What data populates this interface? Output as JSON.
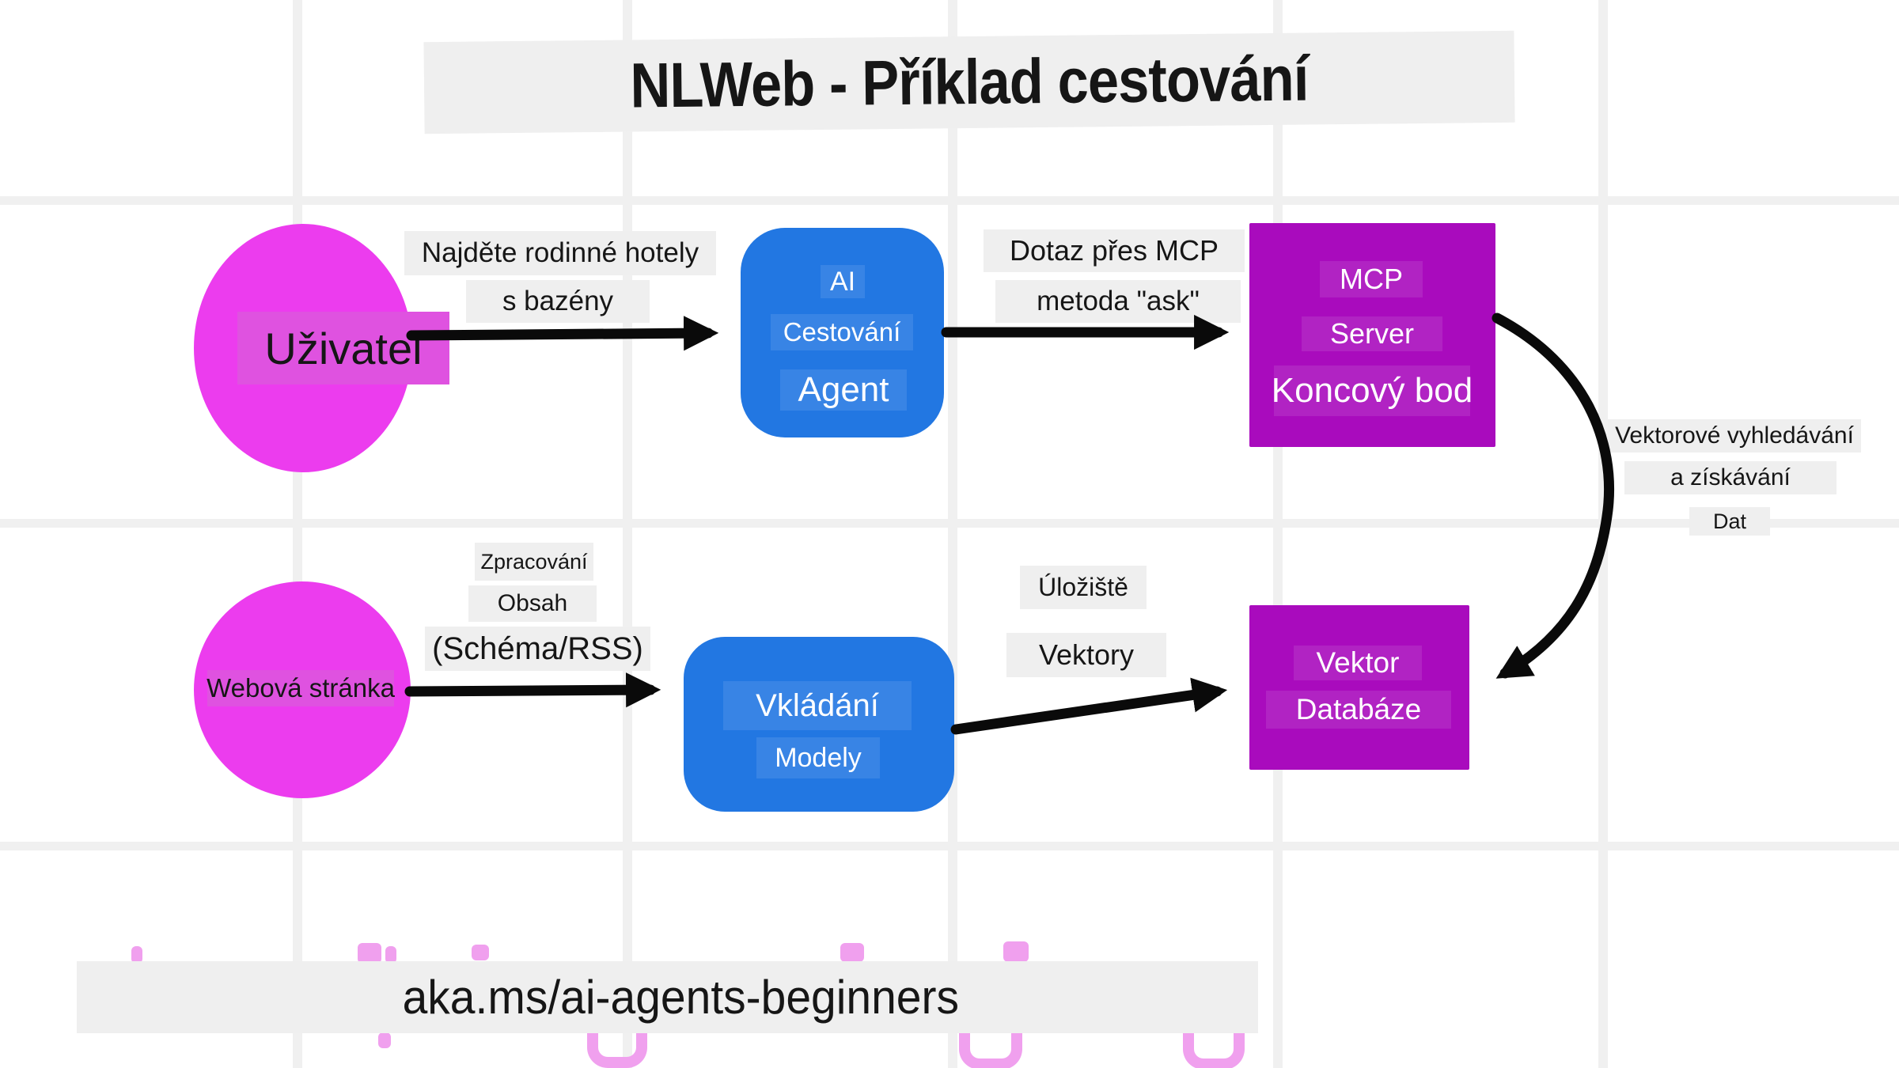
{
  "title": {
    "text": "NLWeb - Příklad cestování"
  },
  "nodes": {
    "user": {
      "label": "Uživatel"
    },
    "website": {
      "label": "Webová stránka"
    },
    "ai_agent": {
      "line1": "AI",
      "line2": "Cestování",
      "line3": "Agent"
    },
    "mcp_server": {
      "line1": "MCP",
      "line2": "Server",
      "line3": "Koncový bod"
    },
    "embedding": {
      "line1": "Vkládání",
      "line2": "Modely"
    },
    "vector_db": {
      "line1": "Vektor",
      "line2": "Databáze"
    }
  },
  "edge_labels": {
    "user_to_agent": {
      "line1": "Najděte rodinné hotely",
      "line2": "s bazény"
    },
    "agent_to_mcp": {
      "line1": "Dotaz přes MCP",
      "line2": "metoda \"ask\""
    },
    "website_to_embedding": {
      "line1": "Zpracování",
      "line2": "Obsah",
      "line3": "(Schéma/RSS)"
    },
    "embedding_to_db": {
      "line1": "Úložiště",
      "line2": "Vektory"
    },
    "mcp_to_db": {
      "line1": "Vektorové vyhledávání",
      "line2": "a získávání",
      "line3": "Dat"
    }
  },
  "footer": {
    "text": "aka.ms/ai-agents-beginners"
  },
  "colors": {
    "magenta_circle": "#ec3cee",
    "magenta_label": "#df52e0",
    "blue_box": "#2277e2",
    "purple_box": "#a90bbd",
    "label_background": "#efefef",
    "grid_line": "#f0f0f0",
    "arrow": "#0a0a0a",
    "watermark_pink": "#f0a0ee"
  }
}
